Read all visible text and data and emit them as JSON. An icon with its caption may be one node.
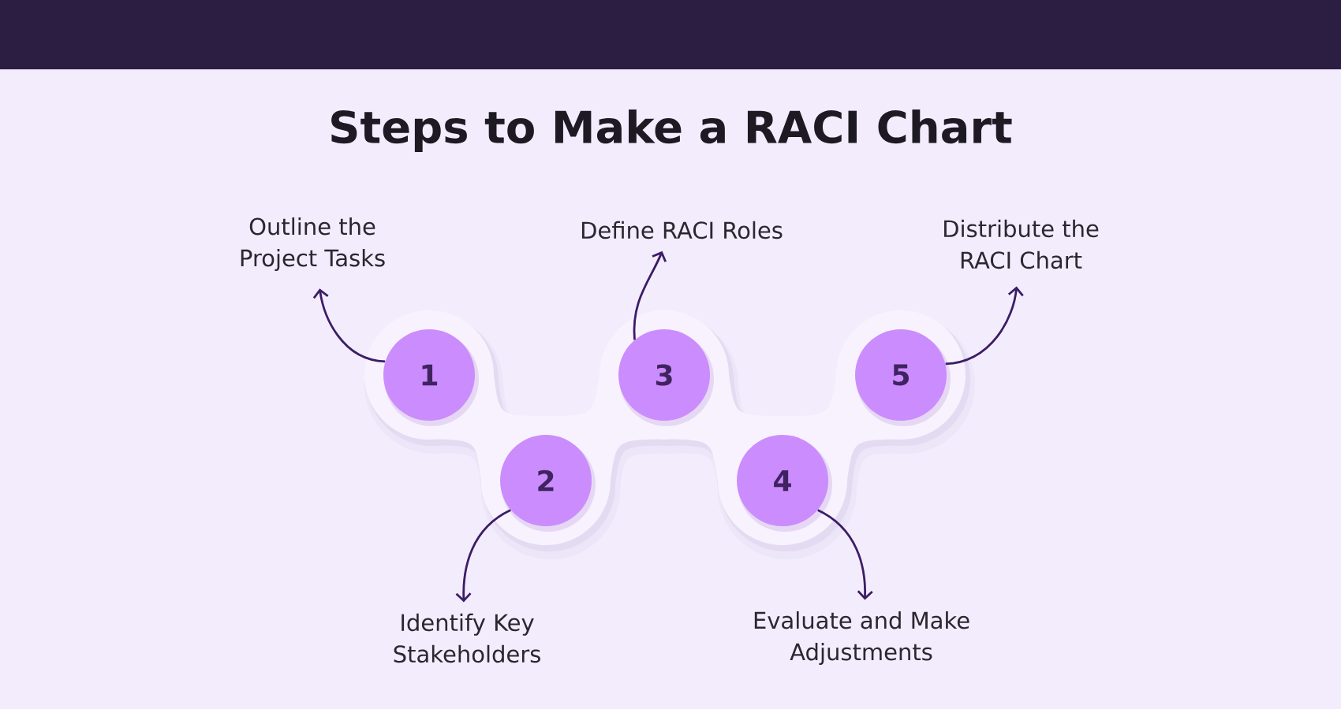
{
  "diagram": {
    "title": "Steps to Make a RACI Chart",
    "nodes": [
      {
        "text": [
          "Outline the Project Tasks"
        ]
      },
      {
        "text": [
          "Define RACI Roles"
        ]
      },
      {
        "text": [
          "Distribute the RACI Chart"
        ]
      },
      {
        "text": [
          "1"
        ]
      },
      {
        "text": [
          "3"
        ]
      },
      {
        "text": [
          "5"
        ]
      },
      {
        "text": [
          "2"
        ]
      },
      {
        "text": [
          "4"
        ]
      },
      {
        "text": [
          "Identify Key Stakeholders"
        ]
      },
      {
        "text": [
          "Evaluate and Make Adjustments"
        ]
      }
    ],
    "edges": [
      {
        "from": 3,
        "to": 0,
        "arrow": "to"
      },
      {
        "from": 4,
        "to": 1,
        "arrow": "to"
      },
      {
        "from": 5,
        "to": 2,
        "arrow": "to"
      },
      {
        "from": 6,
        "to": 8,
        "arrow": "to"
      },
      {
        "from": 7,
        "to": 9,
        "arrow": "to"
      }
    ]
  }
}
